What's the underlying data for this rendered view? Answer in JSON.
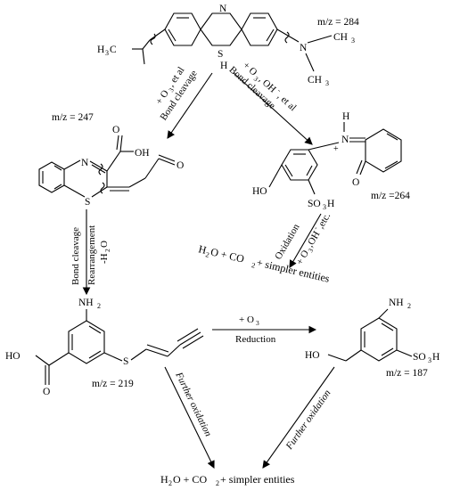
{
  "mz": {
    "m284": "m/z = 284",
    "m247": "m/z = 247",
    "m264": "m/z =264",
    "m219": "m/z = 219",
    "m187": "m/z = 187"
  },
  "atoms": {
    "N": "N",
    "S": "S",
    "H": "H",
    "plus": "+",
    "minus": "-",
    "OH": "OH",
    "HO": "HO",
    "O": "O",
    "NH2": "NH",
    "SO3H": "SO",
    "CH3": "CH",
    "H3C": "H",
    "C": "C",
    "sub2": "2",
    "sub3": "3"
  },
  "conditions": {
    "c1_line1": "+ O",
    "c1_line1_tail": ", et al",
    "c1_line2": "Bond cleavage",
    "c2_line1": "+ O",
    "c2_line1_tail": ", OH",
    "c2_line1_end": ", et al",
    "c2_line2": "Bond cleavage",
    "c3_line1": "Bond cleavage",
    "c3_line2": "Rearrangement",
    "c3_line3": "-H",
    "c3_line3_tail": "O",
    "c4_line1": "Oxidation",
    "c4_line2": "+ O",
    "c4_line2_mid": ",OH",
    "c4_line2_end": ",etc.",
    "c5_line1": "+ O",
    "c5_line2": "Reduction",
    "c6": "Further oxidation",
    "c7": "Further oxidation"
  },
  "products": {
    "p1_a": "H",
    "p1_b": "O + CO",
    "p1_c": " + simpler entities",
    "p2_a": "H",
    "p2_b": "O + CO",
    "p2_c": " + simpler entities"
  }
}
